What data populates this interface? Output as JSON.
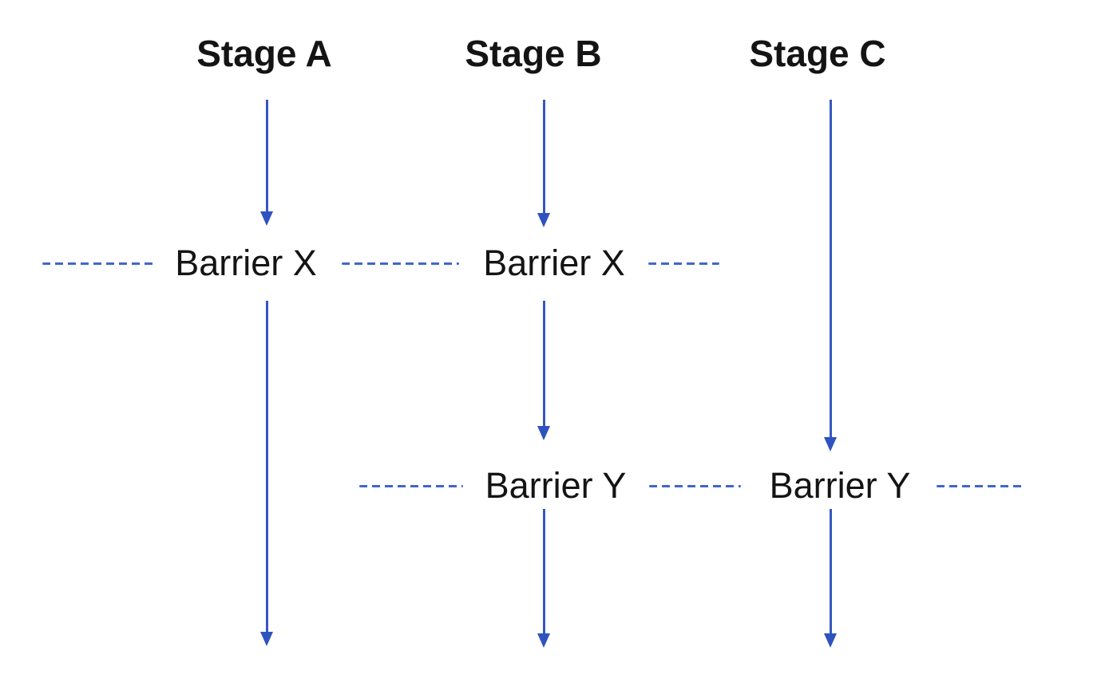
{
  "stages": [
    {
      "label": "Stage A"
    },
    {
      "label": "Stage B"
    },
    {
      "label": "Stage C"
    }
  ],
  "barriers": {
    "x": {
      "label": "Barrier X"
    },
    "y": {
      "label": "Barrier Y"
    }
  },
  "colors": {
    "background": "#ffffff",
    "text": "#141414",
    "arrow": "#3557c2",
    "arrowhead": "#2e53c0",
    "dash": "#4267ca"
  }
}
